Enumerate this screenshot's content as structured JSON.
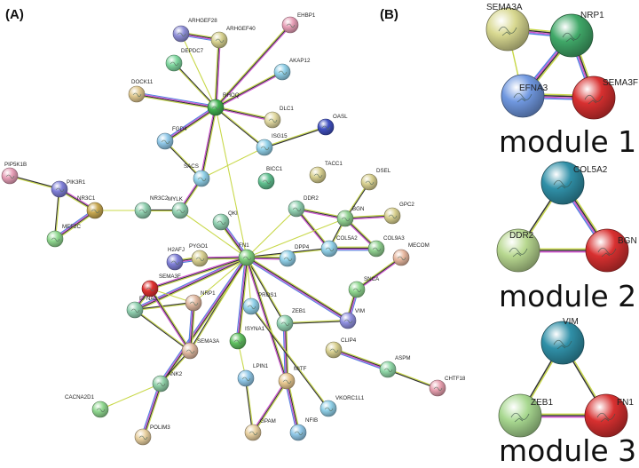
{
  "panels": {
    "a_label": "(A)",
    "b_label": "(B)"
  },
  "network": {
    "nodes": [
      {
        "id": "ARHGEF28",
        "color": "#8f8fd8"
      },
      {
        "id": "EHBP1",
        "color": "#e8a0b8"
      },
      {
        "id": "ARHGEF40",
        "color": "#d8d290"
      },
      {
        "id": "DEPDC7",
        "color": "#80d8a0"
      },
      {
        "id": "AKAP12",
        "color": "#90d0e8"
      },
      {
        "id": "DOCK11",
        "color": "#e0c890"
      },
      {
        "id": "RHOQ",
        "color": "#40b050"
      },
      {
        "id": "DLC1",
        "color": "#e0d8a0"
      },
      {
        "id": "OASL",
        "color": "#4050c0"
      },
      {
        "id": "FGD4",
        "color": "#90c8e8"
      },
      {
        "id": "ISG15",
        "color": "#90d0e8"
      },
      {
        "id": "SACS",
        "color": "#90d0e8"
      },
      {
        "id": "BICC1",
        "color": "#60c090"
      },
      {
        "id": "TACC1",
        "color": "#d8d090"
      },
      {
        "id": "DSEL",
        "color": "#d8d090"
      },
      {
        "id": "PIP5K1B",
        "color": "#e8a0b8"
      },
      {
        "id": "PIK3R1",
        "color": "#8080d8"
      },
      {
        "id": "NR3C1",
        "color": "#c8a850"
      },
      {
        "id": "NR3C2",
        "color": "#90d0b0"
      },
      {
        "id": "MYLK",
        "color": "#90d0b0"
      },
      {
        "id": "DDR2",
        "color": "#90d0b0"
      },
      {
        "id": "BGN",
        "color": "#90d090"
      },
      {
        "id": "GPC2",
        "color": "#d8d090"
      },
      {
        "id": "MEF2C",
        "color": "#90d890"
      },
      {
        "id": "QKI",
        "color": "#90d0b0"
      },
      {
        "id": "COL5A2",
        "color": "#90d0e8"
      },
      {
        "id": "COL9A3",
        "color": "#90d090"
      },
      {
        "id": "PYGO1",
        "color": "#d8d090"
      },
      {
        "id": "H2AFJ",
        "color": "#8080d8"
      },
      {
        "id": "FN1",
        "color": "#80d080"
      },
      {
        "id": "DPP4",
        "color": "#90d0e8"
      },
      {
        "id": "MECOM",
        "color": "#e8b8a0"
      },
      {
        "id": "SEMA3F",
        "color": "#e03030"
      },
      {
        "id": "NRP1",
        "color": "#e0b8a0"
      },
      {
        "id": "SNCA",
        "color": "#90d890"
      },
      {
        "id": "EFNA3",
        "color": "#90d0b0"
      },
      {
        "id": "PROS1",
        "color": "#90d0e8"
      },
      {
        "id": "VIM",
        "color": "#9090e0"
      },
      {
        "id": "ZEB1",
        "color": "#90d0b0"
      },
      {
        "id": "ISYNA1",
        "color": "#60c060"
      },
      {
        "id": "SEMA3A",
        "color": "#e0b8a0"
      },
      {
        "id": "CLIP4",
        "color": "#d8d090"
      },
      {
        "id": "LPIN1",
        "color": "#90c8e8"
      },
      {
        "id": "MITF",
        "color": "#e8c890"
      },
      {
        "id": "ASPM",
        "color": "#90d8a8"
      },
      {
        "id": "ANK2",
        "color": "#90d0a8"
      },
      {
        "id": "VKORC1L1",
        "color": "#90d0e8"
      },
      {
        "id": "CHTF18",
        "color": "#e8a0b0"
      },
      {
        "id": "CACNA2D1",
        "color": "#90d890"
      },
      {
        "id": "POLIM3",
        "color": "#e8d0a0"
      },
      {
        "id": "GPAM",
        "color": "#e8d0a0"
      },
      {
        "id": "NFIB",
        "color": "#90c8e8"
      }
    ],
    "edges": [
      [
        "RHOQ",
        "ARHGEF28"
      ],
      [
        "RHOQ",
        "EHBP1"
      ],
      [
        "RHOQ",
        "ARHGEF40"
      ],
      [
        "RHOQ",
        "DEPDC7"
      ],
      [
        "RHOQ",
        "AKAP12"
      ],
      [
        "RHOQ",
        "DOCK11"
      ],
      [
        "RHOQ",
        "DLC1"
      ],
      [
        "RHOQ",
        "FGD4"
      ],
      [
        "RHOQ",
        "ISG15"
      ],
      [
        "RHOQ",
        "FN1"
      ],
      [
        "RHOQ",
        "SACS"
      ],
      [
        "ARHGEF28",
        "ARHGEF40"
      ],
      [
        "ISG15",
        "OASL"
      ],
      [
        "FGD4",
        "SACS"
      ],
      [
        "SACS",
        "MYLK"
      ],
      [
        "SACS",
        "ISG15"
      ],
      [
        "MYLK",
        "NR3C2"
      ],
      [
        "MYLK",
        "FN1"
      ],
      [
        "NR3C2",
        "NR3C1"
      ],
      [
        "NR3C1",
        "PIK3R1"
      ],
      [
        "PIK3R1",
        "PIP5K1B"
      ],
      [
        "NR3C1",
        "MEF2C"
      ],
      [
        "PIK3R1",
        "MEF2C"
      ],
      [
        "DDR2",
        "BGN"
      ],
      [
        "DDR2",
        "COL5A2"
      ],
      [
        "DDR2",
        "FN1"
      ],
      [
        "BGN",
        "DSEL"
      ],
      [
        "BGN",
        "GPC2"
      ],
      [
        "BGN",
        "COL5A2"
      ],
      [
        "BGN",
        "COL9A3"
      ],
      [
        "BGN",
        "FN1"
      ],
      [
        "COL5A2",
        "COL9A3"
      ],
      [
        "COL5A2",
        "FN1"
      ],
      [
        "FN1",
        "QKI"
      ],
      [
        "FN1",
        "PYGO1"
      ],
      [
        "FN1",
        "DPP4"
      ],
      [
        "FN1",
        "PROS1"
      ],
      [
        "FN1",
        "VIM"
      ],
      [
        "FN1",
        "ZEB1"
      ],
      [
        "FN1",
        "MITF"
      ],
      [
        "FN1",
        "SEMA3A"
      ],
      [
        "FN1",
        "NRP1"
      ],
      [
        "FN1",
        "ISYNA1"
      ],
      [
        "FN1",
        "EFNA3"
      ],
      [
        "FN1",
        "ANK2"
      ],
      [
        "FN1",
        "SEMA3F"
      ],
      [
        "SEMA3F",
        "NRP1"
      ],
      [
        "SEMA3F",
        "EFNA3"
      ],
      [
        "NRP1",
        "EFNA3"
      ],
      [
        "NRP1",
        "SEMA3A"
      ],
      [
        "SEMA3F",
        "SEMA3A"
      ],
      [
        "SEMA3A",
        "ANK2"
      ],
      [
        "ANK2",
        "CACNA2D1"
      ],
      [
        "ANK2",
        "POLIM3"
      ],
      [
        "ZEB1",
        "VIM"
      ],
      [
        "ZEB1",
        "MITF"
      ],
      [
        "VIM",
        "SNCA"
      ],
      [
        "SNCA",
        "MECOM"
      ],
      [
        "MITF",
        "GPAM"
      ],
      [
        "MITF",
        "NFIB"
      ],
      [
        "LPIN1",
        "GPAM"
      ],
      [
        "ISYNA1",
        "LPIN1"
      ],
      [
        "CLIP4",
        "ASPM"
      ],
      [
        "ASPM",
        "CHTF18"
      ],
      [
        "PROS1",
        "VKORC1L1"
      ],
      [
        "H2AFJ",
        "PYGO1"
      ],
      [
        "EFNA3",
        "SEMA3A"
      ]
    ]
  },
  "modules": [
    {
      "label": "module 1",
      "nodes": [
        {
          "id": "SEMA3A",
          "color": "#d8d890"
        },
        {
          "id": "NRP1",
          "color": "#40a868"
        },
        {
          "id": "EFNA3",
          "color": "#7098e0"
        },
        {
          "id": "SEMA3F",
          "color": "#d83030"
        }
      ]
    },
    {
      "label": "module 2",
      "nodes": [
        {
          "id": "COL5A2",
          "color": "#3090a8"
        },
        {
          "id": "DDR2",
          "color": "#b8d890"
        },
        {
          "id": "BGN",
          "color": "#d83030"
        }
      ]
    },
    {
      "label": "module 3",
      "nodes": [
        {
          "id": "VIM",
          "color": "#3090a8"
        },
        {
          "id": "ZEB1",
          "color": "#a8d890"
        },
        {
          "id": "FN1",
          "color": "#d83030"
        }
      ]
    }
  ],
  "edge_colors": [
    "#c8d848",
    "#303030",
    "#d050d0",
    "#5080e0",
    "#40b0c0"
  ]
}
